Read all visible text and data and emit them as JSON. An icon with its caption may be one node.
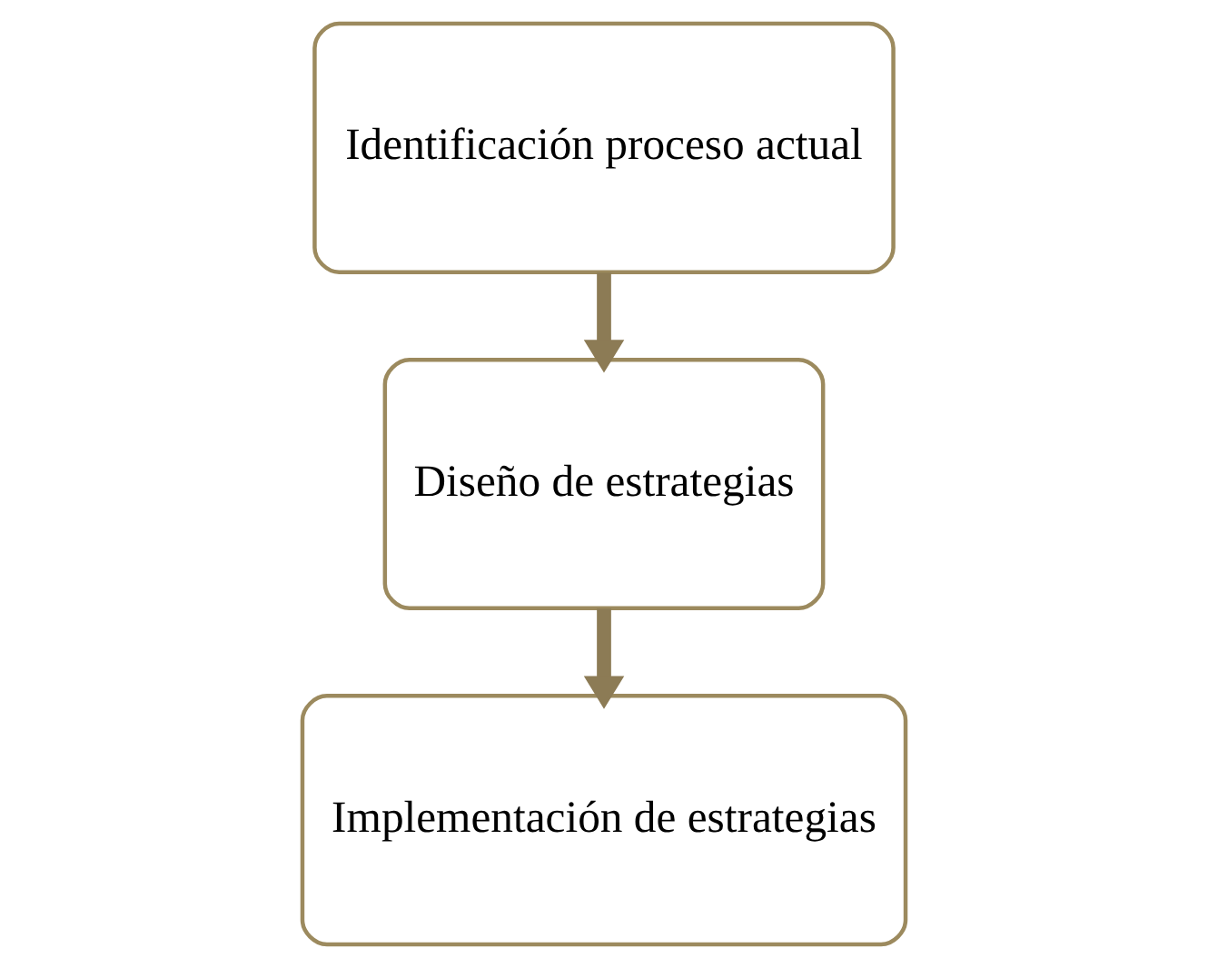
{
  "diagram": {
    "nodes": [
      {
        "text": [
          "Identificación proceso actual"
        ]
      },
      {
        "text": [
          "Diseño de estrategias"
        ]
      },
      {
        "text": [
          "Implementación de estrategias"
        ]
      }
    ],
    "edges": [
      {
        "from": 0,
        "to": 1,
        "arrow": "to"
      },
      {
        "from": 1,
        "to": 2,
        "arrow": "to"
      }
    ]
  }
}
